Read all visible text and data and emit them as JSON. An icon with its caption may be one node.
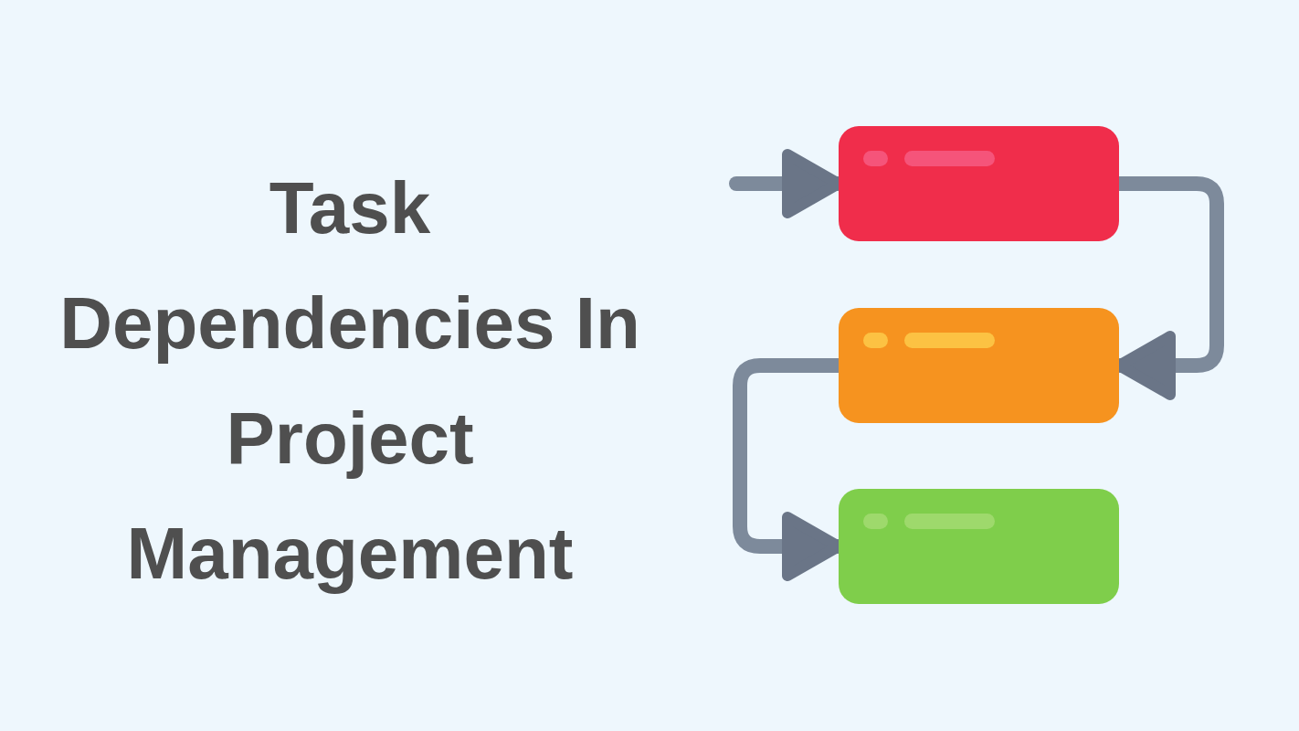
{
  "diagram": {
    "title": "Task Dependencies In Project Management",
    "nodes": [
      {
        "text": [],
        "shape": "box"
      },
      {
        "text": [],
        "shape": "box"
      },
      {
        "text": [],
        "shape": "box"
      }
    ],
    "edges": [
      {
        "from": null,
        "to": 0,
        "arrow": "to"
      },
      {
        "from": 0,
        "to": 1,
        "arrow": "to"
      },
      {
        "from": 1,
        "to": 2,
        "arrow": "to"
      }
    ]
  }
}
